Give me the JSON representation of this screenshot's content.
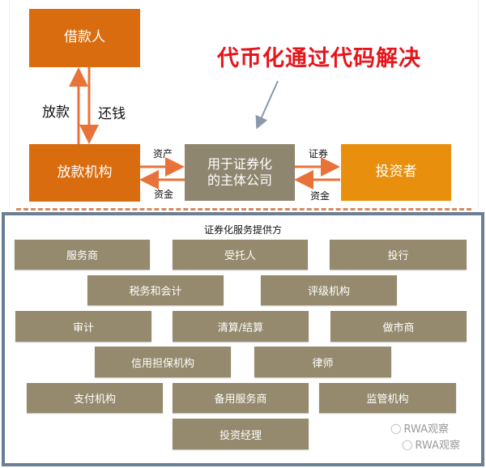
{
  "diagram": {
    "headline": "代币化通过代码解决",
    "nodes": {
      "borrower": "借款人",
      "lender": "放款机构",
      "spv_line1": "用于证券化",
      "spv_line2": "的主体公司",
      "investor": "投资者"
    },
    "edges": {
      "lend": "放款",
      "repay": "还钱",
      "assets": "资产",
      "funds_left": "资金",
      "securities": "证券",
      "funds_right": "资金"
    },
    "colors": {
      "lender_orange": "#d96c0f",
      "investor_orange": "#e8900d",
      "spv_olive": "#8f8670",
      "service_box": "#958a6d",
      "headline_red": "#e8141b",
      "panel_border": "#6b7e96",
      "arrow": "#e8733a"
    }
  },
  "service_panel": {
    "title": "证券化服务提供方",
    "rows": [
      [
        "服务商",
        "受托人",
        "投行"
      ],
      [
        "税务和会计",
        "评级机构"
      ],
      [
        "审计",
        "清算/结算",
        "做市商"
      ],
      [
        "信用担保机构",
        "律师"
      ],
      [
        "支付机构",
        "备用服务商",
        "监管机构"
      ],
      [
        "投资经理"
      ]
    ]
  },
  "watermarks": [
    "RWA观察",
    "RWA观察"
  ]
}
